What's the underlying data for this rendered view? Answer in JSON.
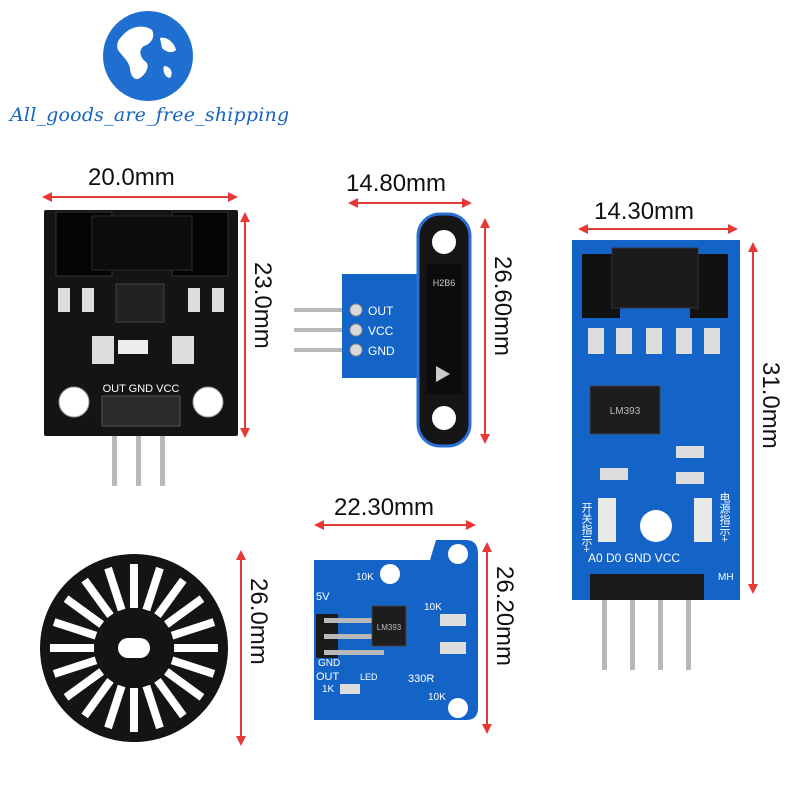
{
  "watermark": {
    "text": "All_goods_are_free_shipping"
  },
  "dimensions": {
    "black_module_width": "20.0mm",
    "black_module_height": "23.0mm",
    "slot_module_width": "14.80mm",
    "slot_module_height": "26.60mm",
    "long_module_width": "14.30mm",
    "long_module_height": "31.0mm",
    "wheel_height": "26.0mm",
    "small_module_width": "22.30mm",
    "small_module_height": "26.20mm"
  },
  "black_module": {
    "pins": "OUT GND VCC"
  },
  "slot_module": {
    "pin1": "OUT",
    "pin2": "VCC",
    "pin3": "GND",
    "chip": "H2B6"
  },
  "long_module": {
    "pins": "A0  D0 GND VCC",
    "chip": "LM393",
    "left_label": "开关指示+",
    "right_label": "电源指示+",
    "side_mark": "MH"
  },
  "small_module": {
    "label_5v": "5V",
    "label_gnd": "GND",
    "label_out": "OUT",
    "label_10k_a": "10K",
    "label_10k_b": "10K",
    "label_10k_c": "10K",
    "label_330r": "330R",
    "label_1k": "1K",
    "label_led": "LED",
    "chip": "LM393"
  },
  "colors": {
    "arrow": "#e53935",
    "pcb_black": "#141414",
    "pcb_blue": "#1464c8",
    "pin_silver": "#b8b8b8",
    "globe_blue": "#1e6fd0",
    "globe_land": "#ffffff"
  }
}
